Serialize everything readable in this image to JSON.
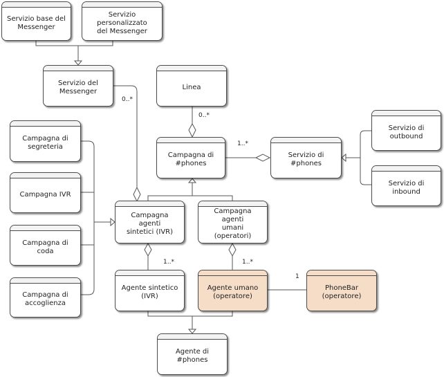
{
  "diagram": {
    "nodes": {
      "servizio_base": "Servizio base del\nMessenger",
      "servizio_personalizzato": "Servizio personalizzato\ndel Messenger",
      "servizio_messenger": "Servizio del Messenger",
      "linea": "Linea",
      "campagna_segreteria": "Campagna di\nsegreteria",
      "campagna_ivr": "Campagna IVR",
      "campagna_coda": "Campagna di coda",
      "campagna_accoglienza": "Campagna di\naccoglienza",
      "campagna_phones": "Campagna di #phones",
      "servizio_phones": "Servizio di #phones",
      "servizio_outbound": "Servizio di outbound",
      "servizio_inbound": "Servizio di inbound",
      "campagna_sintetici": "Campagna agenti\nsintetici (IVR)",
      "campagna_umani": "Campagna agenti\numani (operatori)",
      "agente_sintetico": "Agente sintetico (IVR)",
      "agente_umano": "Agente umano\n(operatore)",
      "phonebar": "PhoneBar (operatore)",
      "agente_phones": "Agente di #phones"
    },
    "multiplicities": {
      "messenger_to_sintetici": "0..*",
      "linea_to_campagna": "0..*",
      "servizio_to_campagna": "1..*",
      "sintetici_to_agente": "1..*",
      "umani_to_agente": "1..*",
      "umano_to_phonebar": "1"
    },
    "colors": {
      "highlight": "#f6ddc8",
      "border": "#4a4a4a"
    }
  }
}
